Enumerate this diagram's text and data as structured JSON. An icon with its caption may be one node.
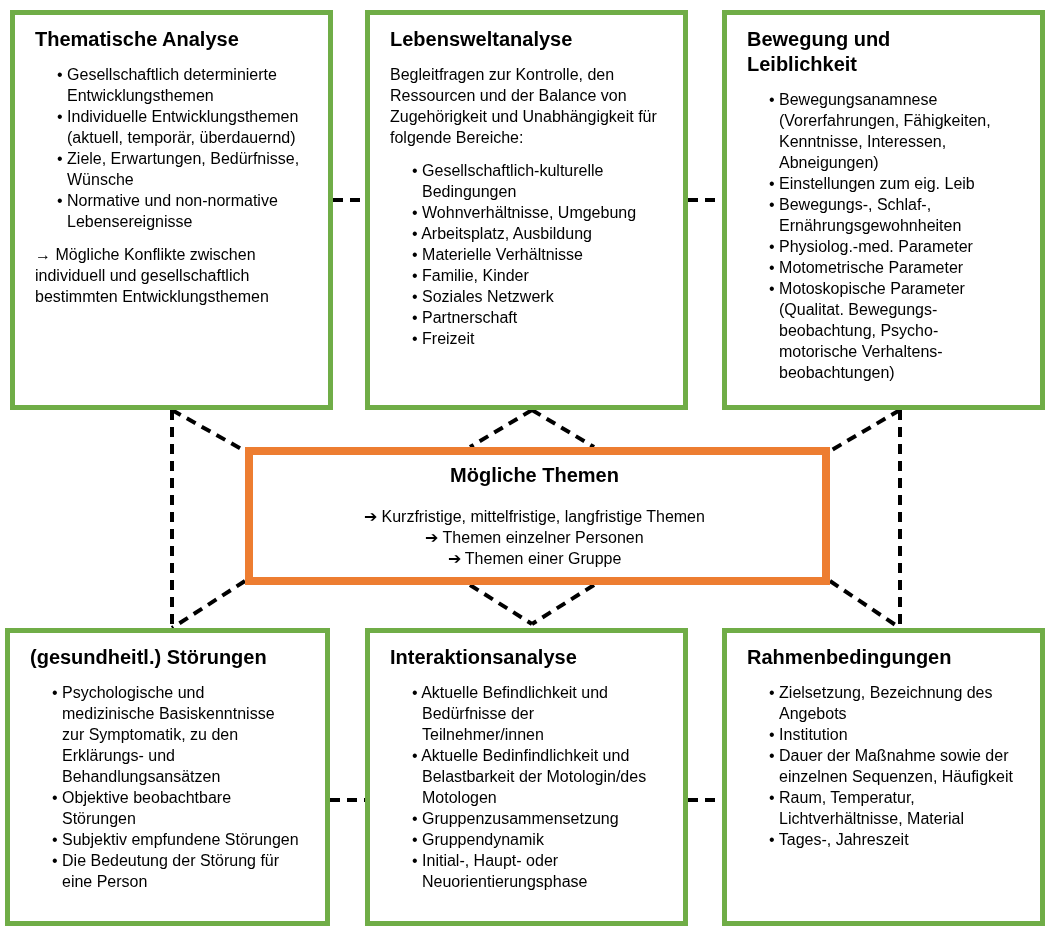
{
  "diagram": {
    "nodes": [
      {
        "text": [
          "Thematische Analyse",
          "• Gesellschaftlich determinierte Entwicklungsthemen",
          "• Individuelle Entwicklungsthemen (aktuell, temporär, überdauernd)",
          "• Ziele, Erwartungen, Bedürfnisse, Wünsche",
          "• Normative und non-normative Lebensereignisse",
          "→ Mögliche Konflikte zwischen individuell und gesellschaftlich bestimmten Entwicklungsthemen"
        ]
      },
      {
        "text": [
          "Lebensweltanalyse",
          "Begleitfragen zur Kontrolle, den Ressourcen und der Balance von Zugehörigkeit und Unabhängigkeit für folgende Bereiche:",
          "• Gesellschaftlich-kulturelle Bedingungen",
          "• Wohnverhältnisse, Umgebung",
          "• Arbeitsplatz, Ausbildung",
          "• Materielle Verhältnisse",
          "• Familie, Kinder",
          "• Soziales Netzwerk",
          "• Partnerschaft",
          "• Freizeit"
        ]
      },
      {
        "text": [
          "Bewegung und Leiblichkeit",
          "• Bewegungsanamnese (Vorerfahrungen, Fähigkeiten, Kenntnisse, Interessen, Abneigungen)",
          "• Einstellungen zum eig. Leib",
          "• Bewegungs-, Schlaf-, Ernährungsgewohnheiten",
          "• Physiolog.-med. Parameter",
          "• Motometrische Parameter",
          "• Motoskopische Parameter (Qualitat. Bewegungs-beobachtung, Psycho-motorische Verhaltens-beobachtungen)"
        ]
      },
      {
        "text": [
          "Mögliche Themen",
          "➔ Kurzfristige, mittelfristige, langfristige Themen",
          "➔ Themen einzelner Personen",
          "➔ Themen einer Gruppe"
        ]
      },
      {
        "text": [
          "(gesundheitl.) Störungen",
          "• Psychologische und medizinische Basiskenntnisse zur Symptomatik, zu den Erklärungs- und Behandlungsansätzen",
          "• Objektive beobachtbare Störungen",
          "• Subjektiv empfundene Störungen",
          "• Die Bedeutung der Störung für eine Person"
        ]
      },
      {
        "text": [
          "Interaktionsanalyse",
          "• Aktuelle Befindlichkeit und Bedürfnisse der Teilnehmer/innen",
          "• Aktuelle Bedinfindlichkeit und Belastbarkeit der Motologin/des Motologen",
          "• Gruppenzusammensetzung",
          "• Gruppendynamik",
          "• Initial-, Haupt- oder Neuorientierungsphase"
        ]
      },
      {
        "text": [
          "Rahmenbedingungen",
          "• Zielsetzung, Bezeichnung des Angebots",
          "• Institution",
          "• Dauer der Maßnahme sowie der einzelnen Sequenzen, Häufigkeit",
          "• Raum, Temperatur, Lichtverhältnisse, Material",
          "• Tages-, Jahreszeit"
        ]
      }
    ],
    "edges": [
      {
        "from": 0,
        "to": 1,
        "arrow": "none",
        "style": "dashed"
      },
      {
        "from": 1,
        "to": 2,
        "arrow": "none",
        "style": "dashed"
      },
      {
        "from": 0,
        "to": 3,
        "arrow": "none",
        "style": "dashed"
      },
      {
        "from": 0,
        "to": 4,
        "arrow": "none",
        "style": "dashed"
      },
      {
        "from": 1,
        "to": 3,
        "arrow": "none",
        "style": "dashed"
      },
      {
        "from": 2,
        "to": 3,
        "arrow": "none",
        "style": "dashed"
      },
      {
        "from": 2,
        "to": 6,
        "arrow": "none",
        "style": "dashed"
      },
      {
        "from": 3,
        "to": 4,
        "arrow": "none",
        "style": "dashed"
      },
      {
        "from": 3,
        "to": 5,
        "arrow": "none",
        "style": "dashed"
      },
      {
        "from": 3,
        "to": 6,
        "arrow": "none",
        "style": "dashed"
      },
      {
        "from": 4,
        "to": 5,
        "arrow": "none",
        "style": "dashed"
      },
      {
        "from": 5,
        "to": 6,
        "arrow": "none",
        "style": "dashed"
      }
    ]
  }
}
